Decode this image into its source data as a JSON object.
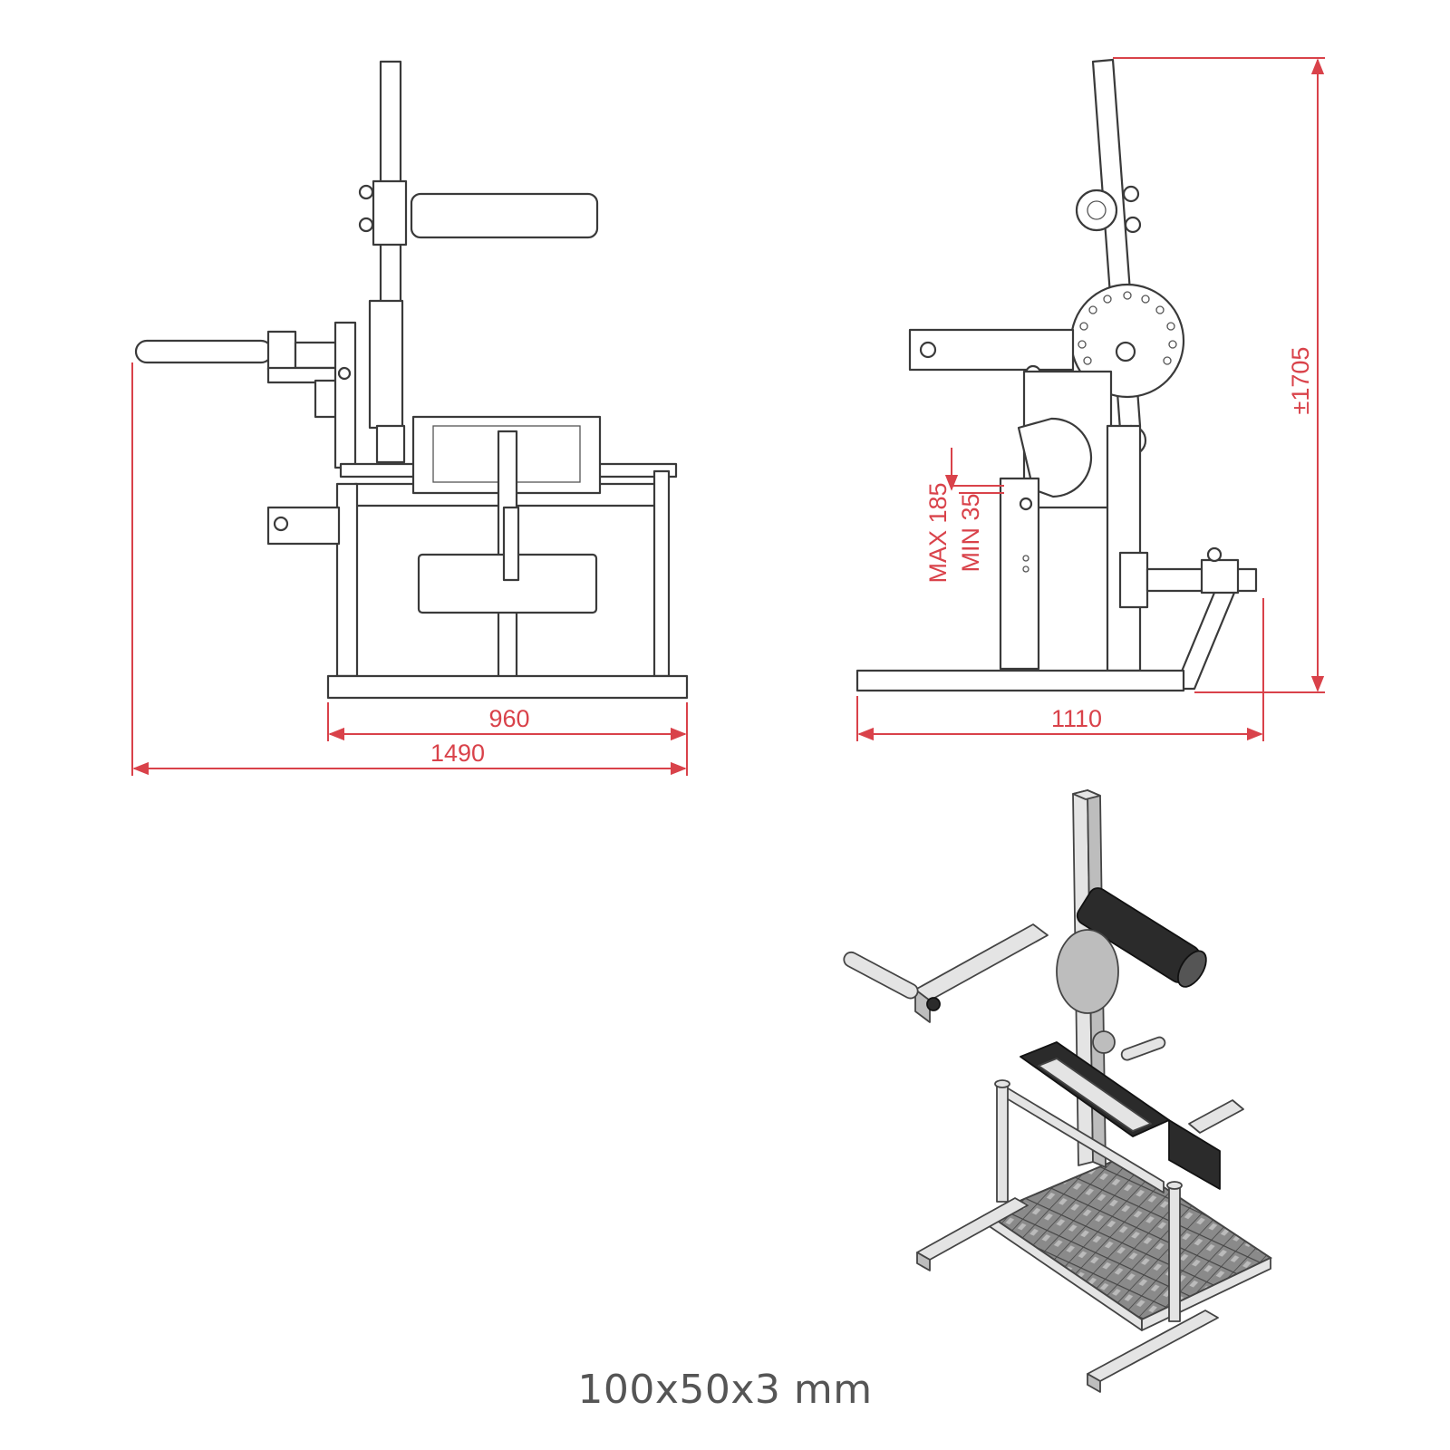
{
  "colors": {
    "dimension": "#d9424a",
    "line": "#3a3a3a",
    "caption": "#555555"
  },
  "front_view": {
    "dim_inner": "960",
    "dim_outer": "1490"
  },
  "side_view": {
    "dim_base": "1110",
    "dim_height": "±1705",
    "dim_max": "MAX 185",
    "dim_min": "MIN 35"
  },
  "caption": "100x50x3 mm"
}
